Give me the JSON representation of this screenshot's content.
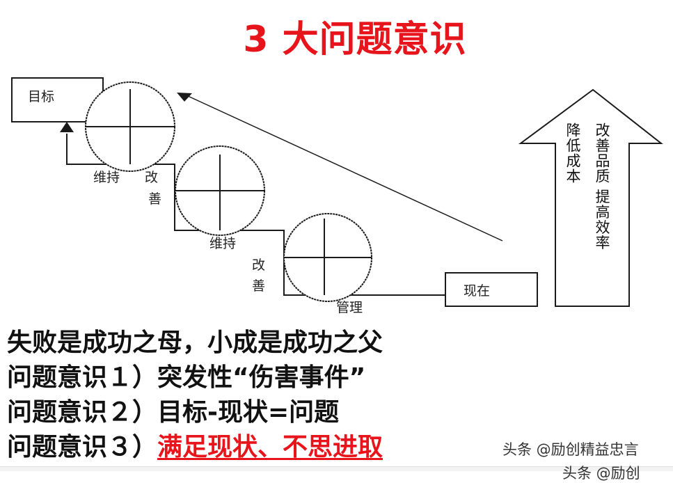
{
  "title": "3 大问题意识",
  "diagram": {
    "goal_box": "目标",
    "current_box": "现在",
    "labels": {
      "maintain_1": "维持",
      "improve_1a": "改",
      "improve_1b": "善",
      "maintain_2": "维持",
      "improve_2a": "改",
      "improve_2b": "善",
      "management": "管理"
    },
    "arrow_text": {
      "left_column": "降低成本",
      "right_column": "改善品质 提高效率"
    }
  },
  "statements": {
    "line1": "失败是成功之母，小成是成功之父",
    "line2_prefix": "问题意识１）",
    "line2_text": "突发性“伤害事件”",
    "line3_prefix": "问题意识２）",
    "line3_text": "目标-现状=问题",
    "line4_prefix": "问题意识３）",
    "line4_highlight": "满足现状、不思进取"
  },
  "watermark": {
    "text": "头条 @励创精益忠言",
    "partial": "头条 @励创"
  },
  "colors": {
    "accent_red": "#e8141b",
    "text": "#111111",
    "line": "#1a1a1a"
  }
}
